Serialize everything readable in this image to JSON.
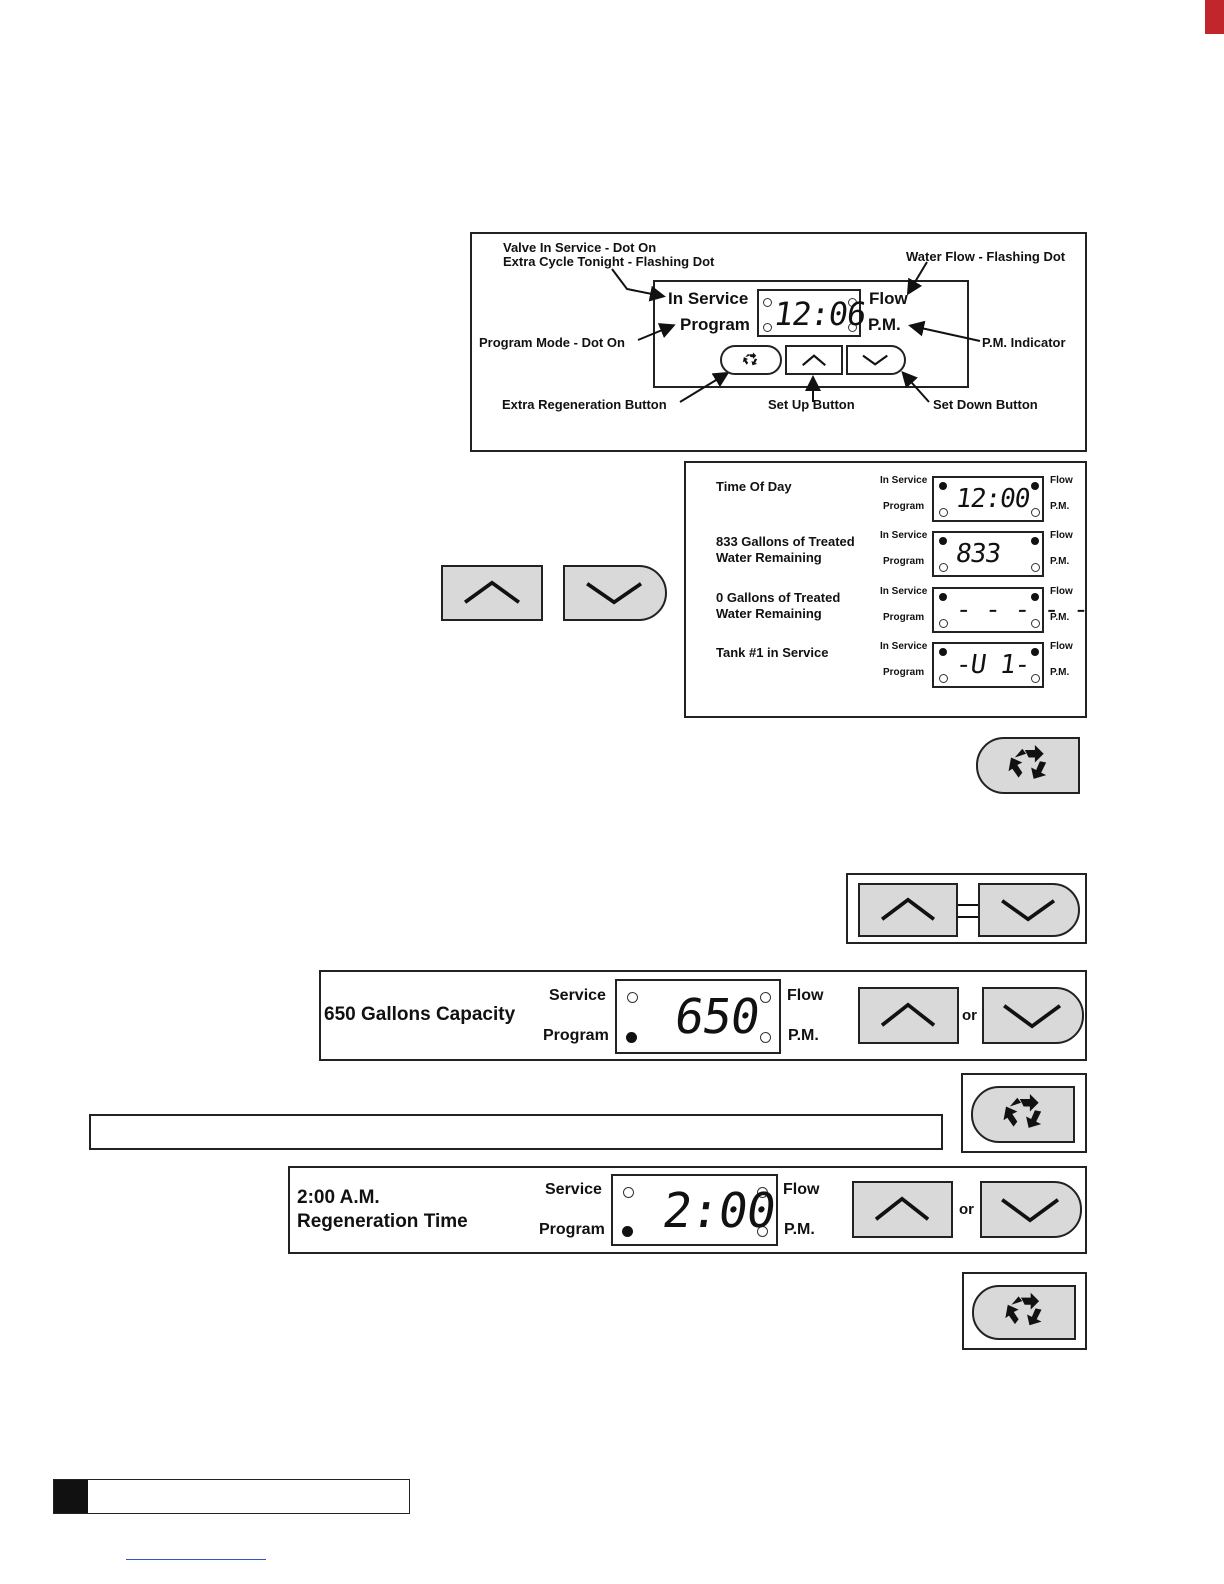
{
  "top_bar": {
    "color": "#c0262b"
  },
  "controller": {
    "labels": {
      "valve_in_service": "Valve In Service - Dot On",
      "extra_cycle": "Extra Cycle Tonight - Flashing Dot",
      "water_flow": "Water Flow - Flashing Dot",
      "program_mode": "Program Mode - Dot On",
      "pm_indicator": "P.M. Indicator",
      "extra_regen_button": "Extra Regeneration Button",
      "set_up_button": "Set Up Button",
      "set_down_button": "Set Down Button"
    },
    "panel": {
      "in_service": "In Service",
      "program": "Program",
      "flow": "Flow",
      "pm": "P.M.",
      "display": "12:06"
    }
  },
  "modes": {
    "rows": [
      {
        "desc": "Time Of Day",
        "display": "12:00"
      },
      {
        "desc": "833 Gallons of Treated Water Remaining",
        "display": "833"
      },
      {
        "desc": "0 Gallons of Treated Water Remaining",
        "display": "- - - - -"
      },
      {
        "desc": "Tank #1 in Service",
        "display": "-U 1-"
      }
    ],
    "in_service": "In Service",
    "program": "Program",
    "flow": "Flow",
    "pm": "P.M."
  },
  "capacity": {
    "desc": "650 Gallons Capacity",
    "service": "Service",
    "program": "Program",
    "flow": "Flow",
    "pm": "P.M.",
    "display": "650",
    "or": "or"
  },
  "regen_time": {
    "desc_line1": "2:00 A.M.",
    "desc_line2": "Regeneration Time",
    "service": "Service",
    "program": "Program",
    "flow": "Flow",
    "pm": "P.M.",
    "display": "2:00",
    "or": "or"
  }
}
